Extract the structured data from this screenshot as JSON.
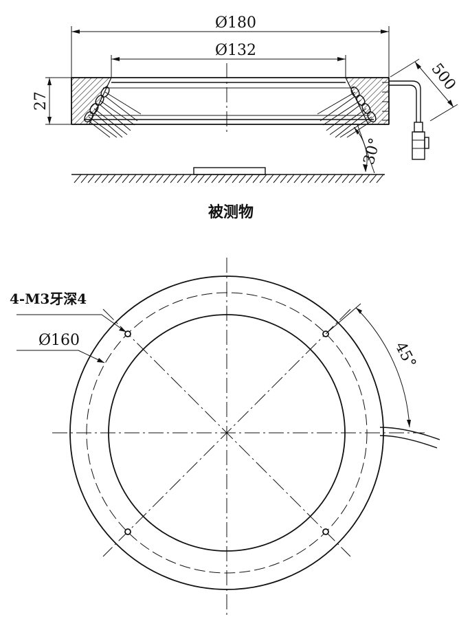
{
  "side_view": {
    "outer_diameter_label": "Ø180",
    "inner_diameter_label": "Ø132",
    "height_label": "27",
    "cable_length_label": "500",
    "angle_label": "30°",
    "object_label": "被测物"
  },
  "top_view": {
    "mount_hole_label": "4-M3牙深4",
    "bolt_circle_label": "Ø160",
    "hole_angle_label": "45°"
  }
}
